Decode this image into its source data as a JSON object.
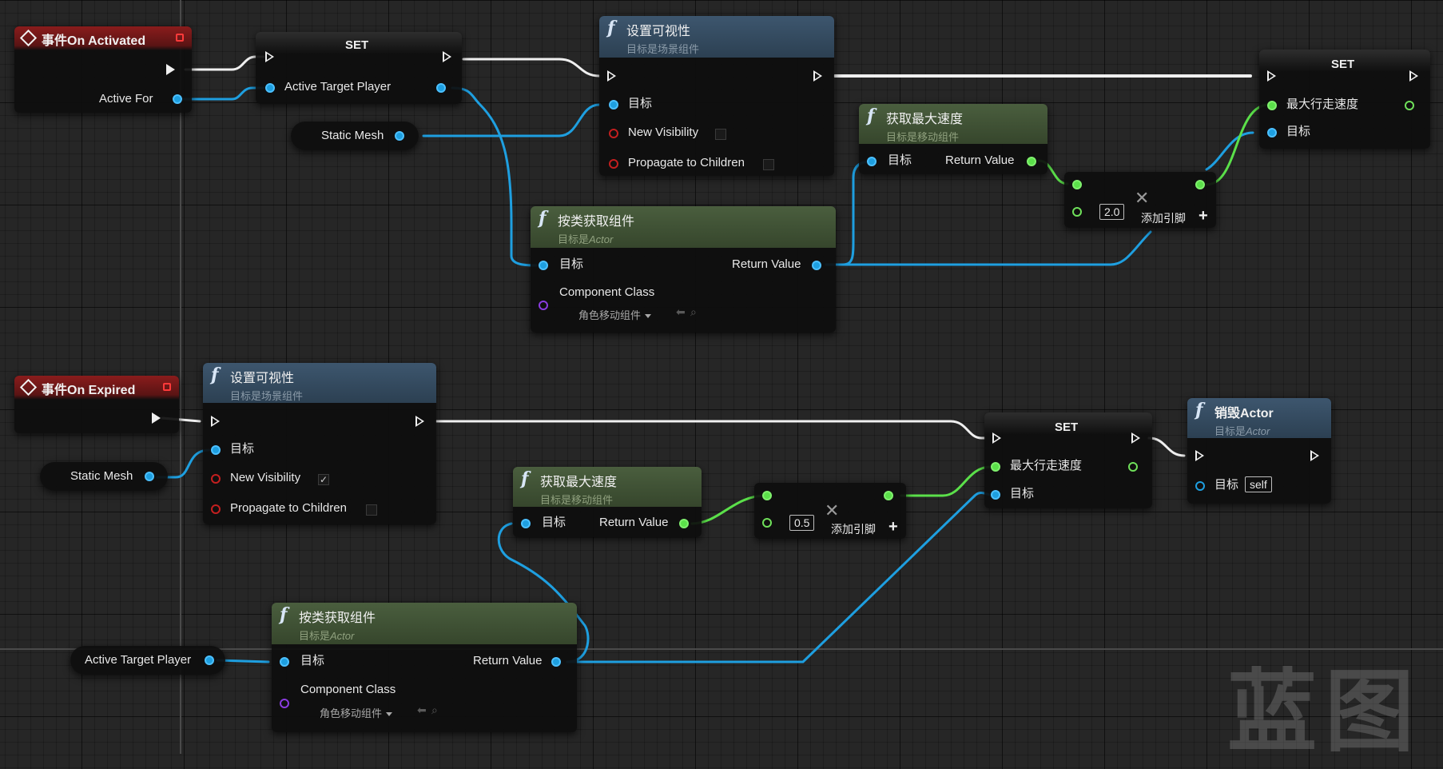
{
  "colors": {
    "exec": "#f0f0f0",
    "object": "#1e9fe0",
    "float": "#5be04a",
    "bool": "#c41f1f",
    "class": "#8a3ce0",
    "event_header": "#8a1c1c",
    "function_header": "#3d566e",
    "pure_header": "#4a5e3e"
  },
  "event_activated": {
    "title": "事件On Activated",
    "active_for": "Active For",
    "icon": "event-diamond-icon"
  },
  "set_top": {
    "title": "SET",
    "pin": "Active Target Player"
  },
  "static_mesh_top": {
    "label": "Static Mesh"
  },
  "setvis_top": {
    "title": "设置可视性",
    "subtitle": "目标是场景组件",
    "target": "目标",
    "new_visibility": "New Visibility",
    "propagate": "Propagate to Children"
  },
  "getclass_top": {
    "title": "按类获取组件",
    "subtitle_prefix": "目标是",
    "subtitle_em": "Actor",
    "target": "目标",
    "return": "Return Value",
    "component_class": "Component Class",
    "class_value": "角色移动组件"
  },
  "getspeed_top": {
    "title": "获取最大速度",
    "subtitle": "目标是移动组件",
    "target": "目标",
    "return": "Return Value"
  },
  "mult_top": {
    "value": "2.0",
    "add_pin": "添加引脚",
    "icon": "multiply-icon"
  },
  "set_speed_top": {
    "title": "SET",
    "pin": "最大行走速度",
    "target": "目标"
  },
  "event_expired": {
    "title": "事件On Expired",
    "icon": "event-diamond-icon"
  },
  "static_mesh_bottom": {
    "label": "Static Mesh"
  },
  "setvis_bottom": {
    "title": "设置可视性",
    "subtitle": "目标是场景组件",
    "target": "目标",
    "new_visibility": "New Visibility",
    "propagate": "Propagate to Children",
    "checked": "✓"
  },
  "getspeed_bottom": {
    "title": "获取最大速度",
    "subtitle": "目标是移动组件",
    "target": "目标",
    "return": "Return Value"
  },
  "mult_bottom": {
    "value": "0.5",
    "add_pin": "添加引脚"
  },
  "set_speed_bottom": {
    "title": "SET",
    "pin": "最大行走速度",
    "target": "目标"
  },
  "destroy": {
    "title": "销毁Actor",
    "subtitle_prefix": "目标是",
    "subtitle_em": "Actor",
    "target": "目标",
    "self": "self"
  },
  "active_target_player_var": {
    "label": "Active Target Player"
  },
  "getclass_bottom": {
    "title": "按类获取组件",
    "subtitle_prefix": "目标是",
    "subtitle_em": "Actor",
    "target": "目标",
    "return": "Return Value",
    "component_class": "Component Class",
    "class_value": "角色移动组件"
  },
  "watermark": {
    "text": "蓝图"
  }
}
